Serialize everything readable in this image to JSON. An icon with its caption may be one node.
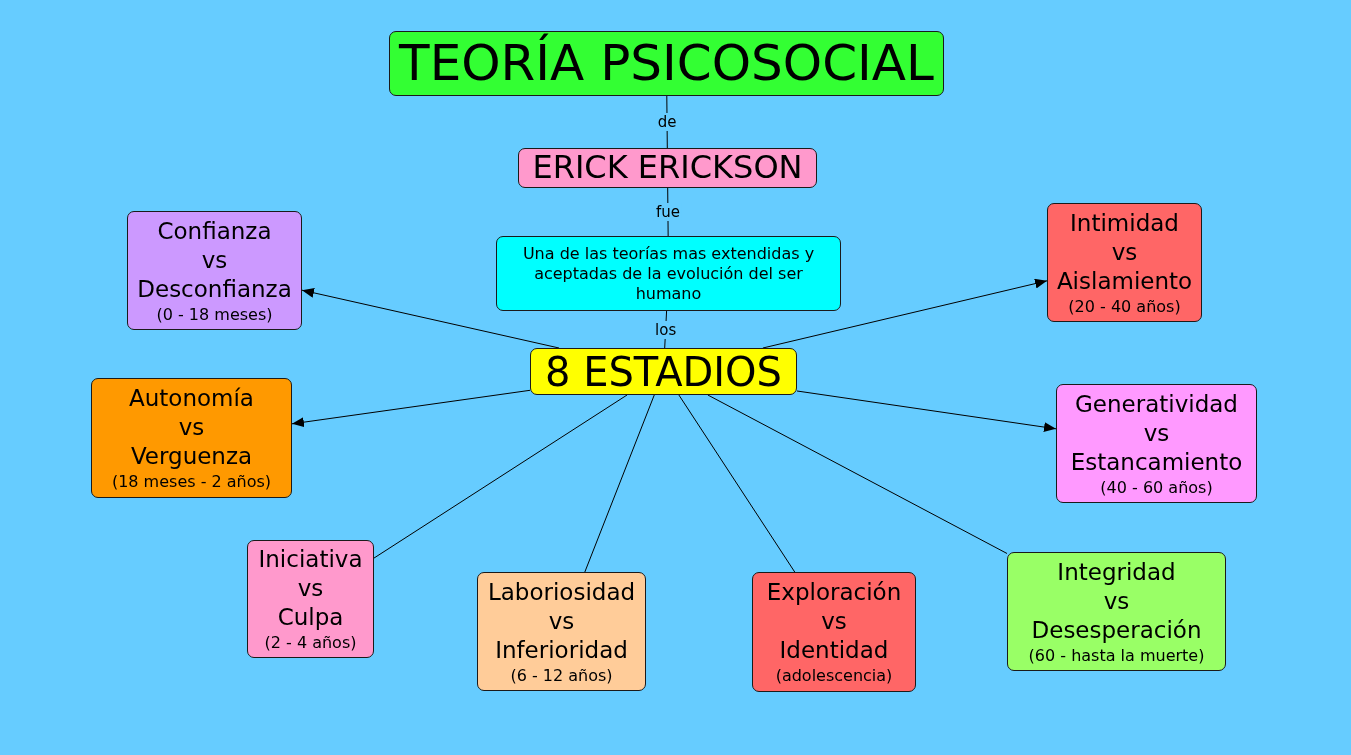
{
  "diagram": {
    "nodes": [
      {
        "text": [
          "TEORÍA PSICOSOCIAL"
        ]
      },
      {
        "text": [
          "ERICK ERICKSON"
        ]
      },
      {
        "text": [
          "Una de las teorías mas extendidas y aceptadas de la evolución del ser humano"
        ]
      },
      {
        "text": [
          "8 ESTADIOS"
        ]
      },
      {
        "text": [
          "Confianza vs Desconfianza",
          "(0 - 18 meses)"
        ]
      },
      {
        "text": [
          "Autonomía vs Verguenza",
          "(18 meses - 2 años)"
        ]
      },
      {
        "text": [
          "Iniciativa vs Culpa",
          "(2 - 4 años)"
        ]
      },
      {
        "text": [
          "Laboriosidad vs Inferioridad",
          "(6 - 12 años)"
        ]
      },
      {
        "text": [
          "Exploración vs Identidad",
          "(adolescencia)"
        ]
      },
      {
        "text": [
          "Intimidad vs Aislamiento",
          "(20 - 40 años)"
        ]
      },
      {
        "text": [
          "Generatividad vs Estancamiento",
          "(40 - 60 años)"
        ]
      },
      {
        "text": [
          "Integridad vs Desesperación",
          "(60 - hasta la muerte)"
        ]
      }
    ],
    "edges": [
      {
        "from": 0,
        "to": 1,
        "arrow": "none",
        "label": "de"
      },
      {
        "from": 1,
        "to": 2,
        "arrow": "none",
        "label": "fue"
      },
      {
        "from": 2,
        "to": 3,
        "arrow": "none",
        "label": "los"
      },
      {
        "from": 3,
        "to": 4,
        "arrow": "to"
      },
      {
        "from": 3,
        "to": 5,
        "arrow": "to"
      },
      {
        "from": 3,
        "to": 6,
        "arrow": "none"
      },
      {
        "from": 3,
        "to": 7,
        "arrow": "none"
      },
      {
        "from": 3,
        "to": 8,
        "arrow": "none"
      },
      {
        "from": 3,
        "to": 9,
        "arrow": "to"
      },
      {
        "from": 3,
        "to": 10,
        "arrow": "to"
      },
      {
        "from": 3,
        "to": 11,
        "arrow": "none"
      }
    ]
  }
}
